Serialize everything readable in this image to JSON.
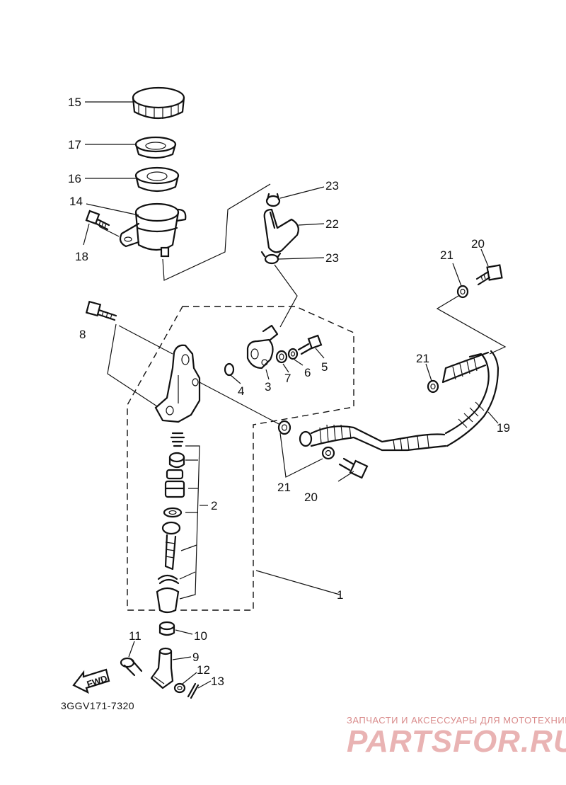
{
  "diagram": {
    "callouts": [
      "15",
      "17",
      "16",
      "14",
      "18",
      "23",
      "22",
      "23",
      "8",
      "3",
      "7",
      "6",
      "5",
      "4",
      "21",
      "20",
      "21",
      "19",
      "2",
      "1",
      "21",
      "20",
      "11",
      "10",
      "9",
      "12",
      "13"
    ],
    "drawing_code": "3GGV171-7320",
    "fwd_label": "FWD"
  },
  "watermark": {
    "line1": "ЗАПЧАСТИ И АКСЕССУАРЫ ДЛЯ МОТОТЕХНИКИ",
    "line2": "PARTSFOR.RU"
  }
}
